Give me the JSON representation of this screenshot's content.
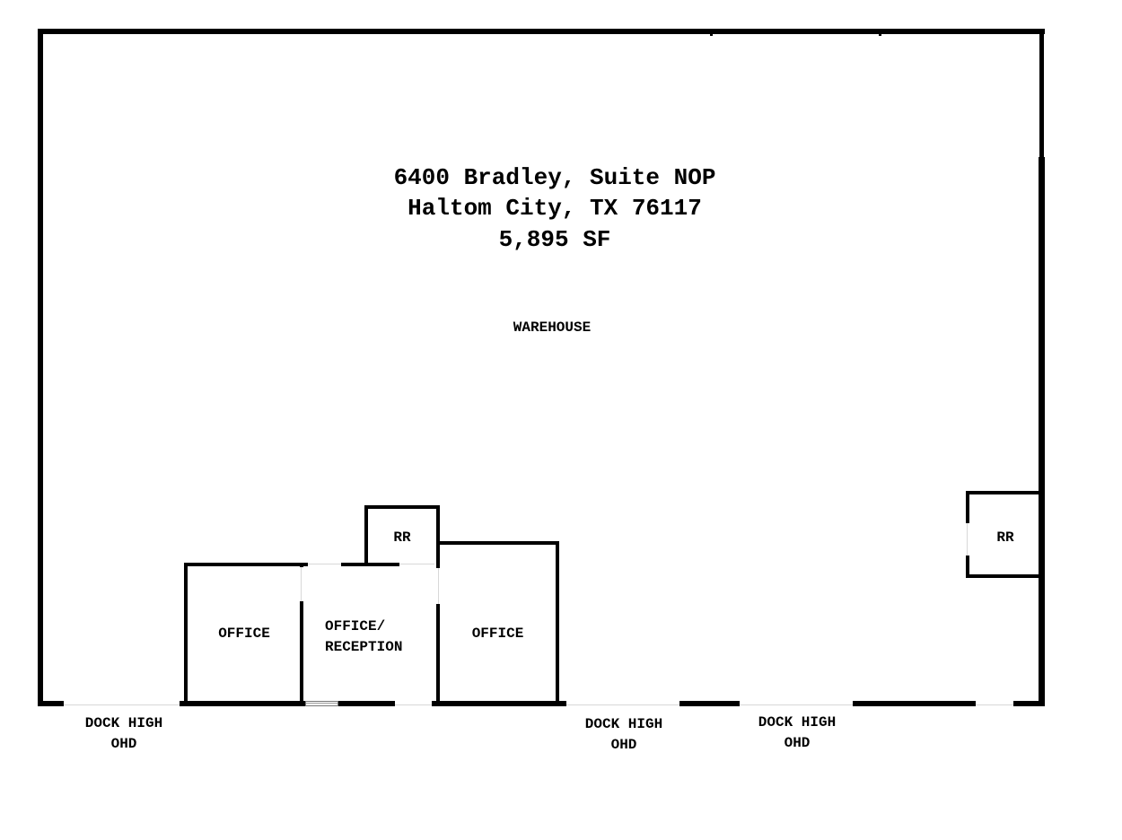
{
  "header": {
    "address_line1": "6400 Bradley, Suite NOP",
    "address_line2": "Haltom City, TX 76117",
    "area": "5,895 SF"
  },
  "rooms": {
    "warehouse": "WAREHOUSE",
    "restroom_center": "RR",
    "restroom_right": "RR",
    "office_left": "OFFICE",
    "office_reception_line1": "OFFICE/",
    "office_reception_line2": "RECEPTION",
    "office_right": "OFFICE"
  },
  "doors": {
    "dock_left": {
      "line1": "DOCK HIGH",
      "line2": "OHD"
    },
    "dock_center": {
      "line1": "DOCK HIGH",
      "line2": "OHD"
    },
    "dock_right": {
      "line1": "DOCK HIGH",
      "line2": "OHD"
    }
  },
  "colors": {
    "wall": "#000000",
    "background": "#ffffff",
    "opening": "#d8d8d8"
  }
}
